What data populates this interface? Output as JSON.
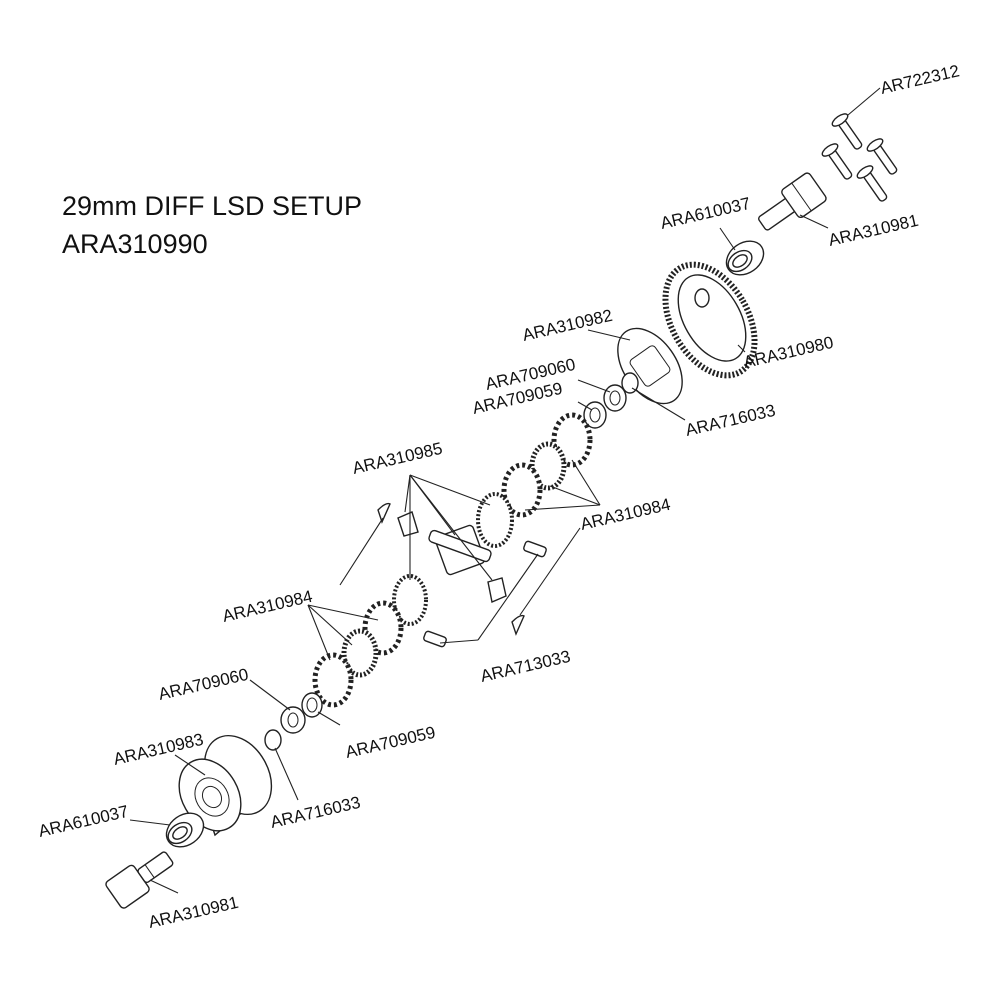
{
  "title": {
    "line1": "29mm DIFF LSD SETUP",
    "line2": "ARA310990"
  },
  "labels": {
    "screws": "AR722312",
    "bearing_top": "ARA610037",
    "outdrive_top": "ARA310981",
    "gasket": "ARA310982",
    "ring_gear": "ARA310980",
    "shim_top_a": "ARA709060",
    "shim_top_b": "ARA709059",
    "oring_top": "ARA716033",
    "gear_set": "ARA310985",
    "clutch_right": "ARA310984",
    "clutch_left": "ARA310984",
    "pins": "ARA713033",
    "shim_bottom_a": "ARA709060",
    "case": "ARA310983",
    "shim_bottom_b": "ARA709059",
    "bearing_bottom": "ARA610037",
    "oring_bottom": "ARA716033",
    "outdrive_bottom": "ARA310981"
  }
}
